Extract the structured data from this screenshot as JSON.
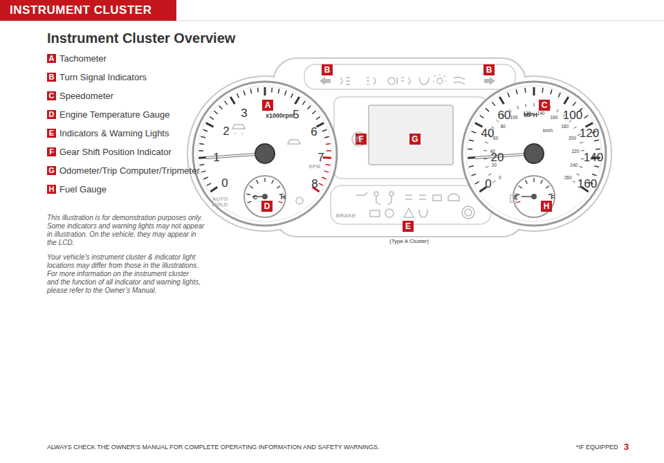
{
  "diagram": {
    "title": "Instrument Cluster Overview",
    "nodes": [
      {
        "text": [
          "INSTRUMENT CLUSTER"
        ]
      },
      {
        "text": [
          "A"
        ]
      },
      {
        "text": [
          "B"
        ]
      },
      {
        "text": [
          "C"
        ]
      },
      {
        "text": [
          "D"
        ]
      },
      {
        "text": [
          "E"
        ]
      },
      {
        "text": [
          "F"
        ]
      },
      {
        "text": [
          "G"
        ]
      },
      {
        "text": [
          "H"
        ]
      },
      {
        "text": [
          "B"
        ]
      },
      {
        "text": [
          "B"
        ]
      },
      {
        "text": [
          "A"
        ]
      },
      {
        "text": [
          "C"
        ]
      },
      {
        "text": [
          "F"
        ]
      },
      {
        "text": [
          "G"
        ]
      },
      {
        "text": [
          "D"
        ]
      },
      {
        "text": [
          "H"
        ]
      },
      {
        "text": [
          "E"
        ]
      }
    ],
    "labels": [
      "Tachometer",
      "Turn Signal Indicators",
      "Speedometer",
      "Engine Temperature Gauge",
      "Indicators & Warning Lights",
      "Gear Shift Position Indicator",
      "Odometer/Trip Computer/Tripmeter",
      "Fuel Gauge",
      "This illustration is for demonstration purposes only. Some indicators and warning lights may not appear in illustration. On the vehicle, they may appear in the LCD.",
      "Your vehicle’s instrument cluster & indicator light locations may differ from those in the illustrations. For more information on the instrument cluster and the function of all indicator and warning lights, please refer to the Owner’s Manual.",
      "(Type A Cluster)",
      "ALWAYS CHECK THE OWNER’S MANUAL FOR COMPLETE OPERATING INFORMATION AND SAFETY WARNINGS.",
      "*IF EQUIPPED",
      "3",
      "0",
      "1",
      "2",
      "3",
      "5",
      "6",
      "7",
      "8",
      "x1000rpm",
      "C",
      "H",
      "AUTO HOLD",
      "EPB",
      "0",
      "20",
      "40",
      "60",
      "MPH",
      "100",
      "120",
      "140",
      "160",
      "0",
      "20",
      "40",
      "60",
      "80",
      "100",
      "120",
      "140",
      "160",
      "180",
      "200",
      "220",
      "240",
      "260",
      "km/h",
      "E",
      "F",
      "BRAKE",
      "N"
    ]
  }
}
